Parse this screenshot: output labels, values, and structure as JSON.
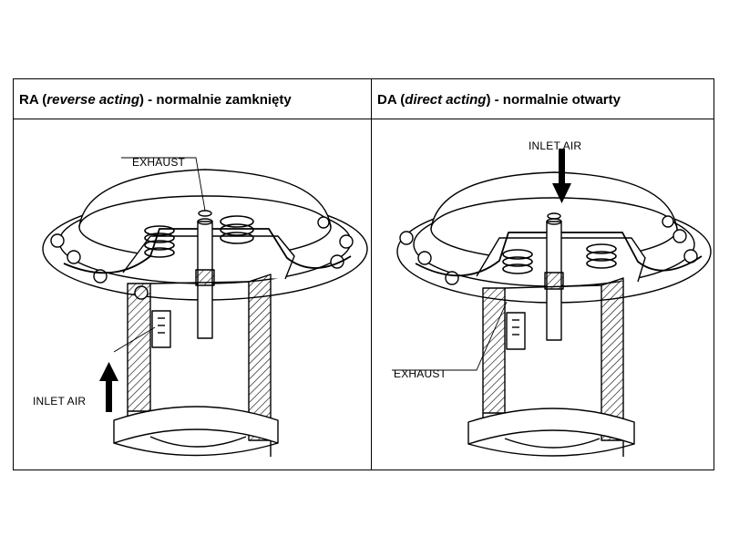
{
  "columns": [
    {
      "prefix": "RA (",
      "italic": "reverse acting",
      "suffix": ") - normalnie zamknięty",
      "labels": {
        "exhaust": "EXHAUST",
        "inlet": "INLET AIR"
      }
    },
    {
      "prefix": "DA (",
      "italic": "direct acting",
      "suffix": ") - normalnie otwarty",
      "labels": {
        "inlet": "INLET AIR",
        "exhaust": "EXHAUST"
      }
    }
  ],
  "colors": {
    "line": "#000000",
    "shade_dark": "#1a1a1a",
    "shade_light": "#4a4a4a"
  }
}
